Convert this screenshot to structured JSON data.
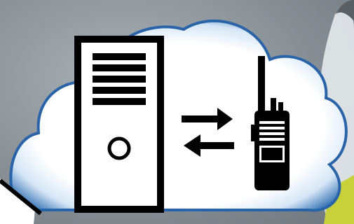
{
  "scene": {
    "description_items": [
      "cloud",
      "server-tower",
      "sync-arrows",
      "two-way-radio",
      "worker-background"
    ],
    "colors": {
      "background_gray": "#8e959c",
      "cloud_fill": "#ffffff",
      "cloud_glow": "#2f6fb3",
      "ink": "#000000",
      "worker_shirt": "#e3e7ea",
      "vest_yellow": "#c7d23a"
    }
  }
}
